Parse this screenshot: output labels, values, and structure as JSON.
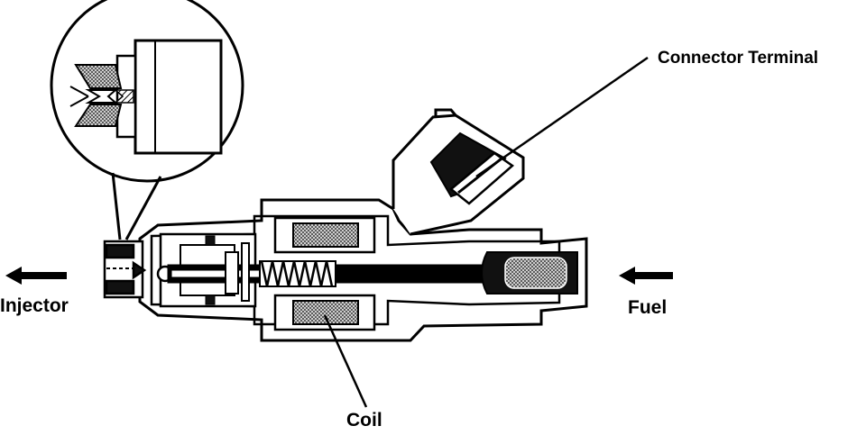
{
  "labels": {
    "connector_terminal": "Connector Terminal",
    "injector": "Injector",
    "fuel": "Fuel",
    "coil": "Coil"
  },
  "colors": {
    "line": "#000000",
    "background": "#ffffff"
  }
}
